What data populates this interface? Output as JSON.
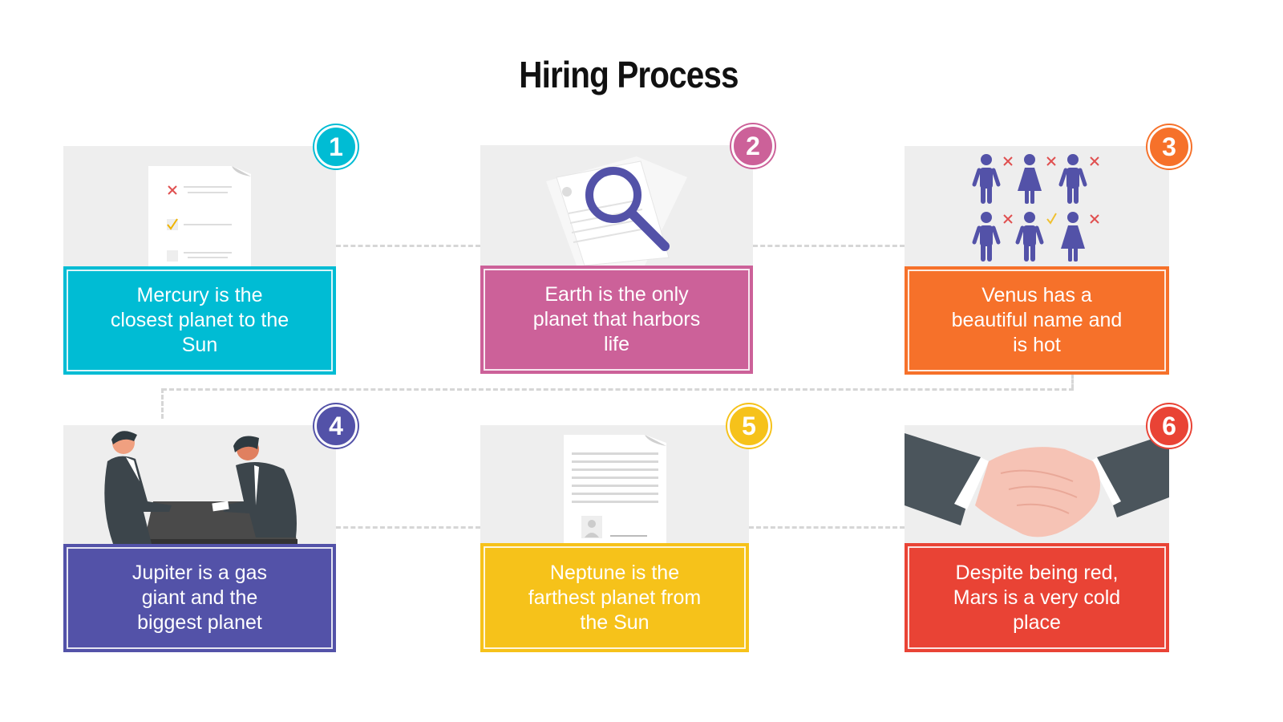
{
  "title": "Hiring Process",
  "colors": {
    "connector": "#d6d6d6",
    "panel": "#eeeeee",
    "figure": "#5352a8"
  },
  "steps": [
    {
      "number": "1",
      "text": "Mercury is the closest planet to the Sun",
      "color": "#00bcd4",
      "illustration": "checklist-icon"
    },
    {
      "number": "2",
      "text": "Earth is the only planet that harbors life",
      "color": "#cc6199",
      "illustration": "magnifier-resume-icon"
    },
    {
      "number": "3",
      "text": "Venus has a beautiful name and is hot",
      "color": "#f6712a",
      "illustration": "candidates-selection-icon"
    },
    {
      "number": "4",
      "text": "Jupiter is a gas giant and the biggest planet",
      "color": "#5352a8",
      "illustration": "interview-icon"
    },
    {
      "number": "5",
      "text": "Neptune is the farthest planet from the Sun",
      "color": "#f6c21a",
      "illustration": "contract-icon"
    },
    {
      "number": "6",
      "text": "Despite being red, Mars is a very cold place",
      "color": "#e94335",
      "illustration": "handshake-icon"
    }
  ]
}
